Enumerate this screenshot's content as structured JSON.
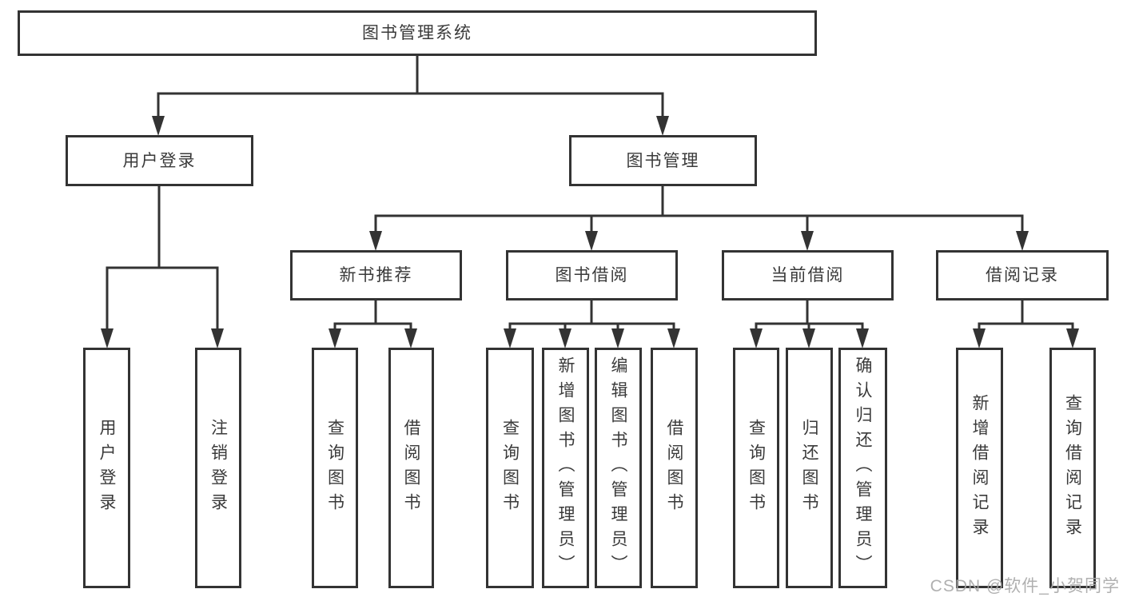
{
  "colors": {
    "line": "#333333",
    "text": "#3a3a3a",
    "watermark": "#a8a8a8",
    "background": "#ffffff"
  },
  "nodes": {
    "root": {
      "label": "图书管理系统"
    },
    "user_login": {
      "label": "用户登录"
    },
    "book_mgmt": {
      "label": "图书管理"
    },
    "new_books": {
      "label": "新书推荐"
    },
    "book_borrow": {
      "label": "图书借阅"
    },
    "current_borrow": {
      "label": "当前借阅"
    },
    "borrow_records": {
      "label": "借阅记录"
    },
    "leaves": [
      {
        "label": "用户登录"
      },
      {
        "label": "注销登录"
      },
      {
        "label": "查询图书"
      },
      {
        "label": "借阅图书"
      },
      {
        "label": "查询图书"
      },
      {
        "label": "新增图书（管理员）"
      },
      {
        "label": "编辑图书（管理员）"
      },
      {
        "label": "借阅图书"
      },
      {
        "label": "查询图书"
      },
      {
        "label": "归还图书"
      },
      {
        "label": "确认归还（管理员）"
      },
      {
        "label": "新增借阅记录"
      },
      {
        "label": "查询借阅记录"
      }
    ]
  },
  "watermark": {
    "text": "CSDN @软件_小贺同学"
  }
}
